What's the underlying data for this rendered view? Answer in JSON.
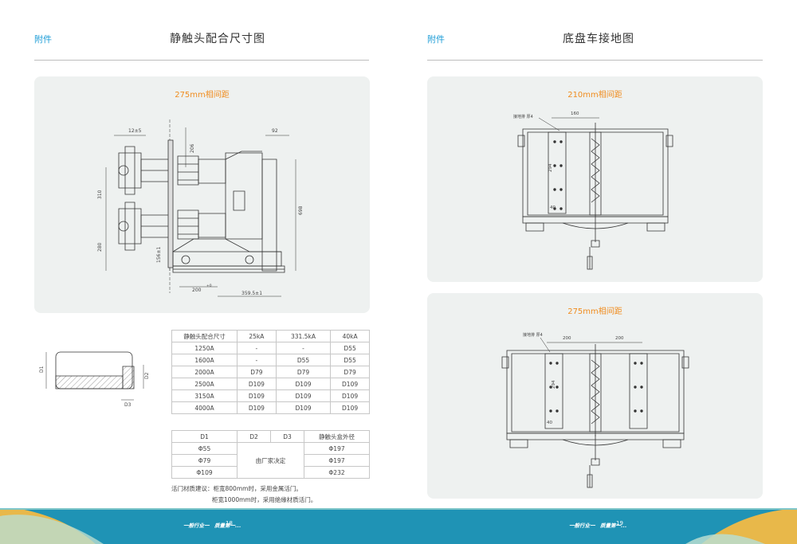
{
  "left": {
    "section": "附件",
    "title": "静触头配合尺寸图",
    "drawing_caption": "275mm相间距",
    "dims": {
      "d12": "12±5",
      "d206": "206",
      "d92": "92",
      "d310": "310",
      "d698": "698",
      "d280": "280",
      "d156": "156±1",
      "d200": "200",
      "d200_tol": "+0",
      "d3595": "359.5±1"
    },
    "contact_labels": {
      "d1": "D1",
      "d2": "D2",
      "d3": "D3"
    },
    "table1": {
      "headers": [
        "静触头配合尺寸",
        "25kA",
        "331.5kA",
        "40kA"
      ],
      "rows": [
        [
          "1250A",
          "-",
          "-",
          "D55"
        ],
        [
          "1600A",
          "-",
          "D55",
          "D55"
        ],
        [
          "2000A",
          "D79",
          "D79",
          "D79"
        ],
        [
          "2500A",
          "D109",
          "D109",
          "D109"
        ],
        [
          "3150A",
          "D109",
          "D109",
          "D109"
        ],
        [
          "4000A",
          "D109",
          "D109",
          "D109"
        ]
      ]
    },
    "table2": {
      "headers": [
        "D1",
        "D2",
        "D3",
        "静触头盒外径"
      ],
      "d1_values": [
        "Φ55",
        "Φ79",
        "Φ109"
      ],
      "merged": "由厂家决定",
      "outer": [
        "Φ197",
        "Φ197",
        "Φ232"
      ]
    },
    "note_line1": "活门材质建议：柜宽800mm时，采用金属活门。",
    "note_line2": "柜宽1000mm时，采用绝缘材质活门。",
    "footer_slogan": "一般行业一　质量第一...",
    "footer_page": "18"
  },
  "right": {
    "section": "附件",
    "title": "底盘车接地图",
    "drawing1_caption": "210mm相间距",
    "drawing1_dims": {
      "top": "160",
      "side": "294",
      "bottom": "40",
      "callout": "接地排  厚4"
    },
    "drawing2_caption": "275mm相间距",
    "drawing2_dims": {
      "top_a": "200",
      "top_b": "200",
      "side": "294",
      "bottom": "40",
      "callout": "接地排  厚4"
    },
    "footer_slogan": "一般行业一　质量第一...",
    "footer_page": "19"
  },
  "colors": {
    "accent_blue": "#1a9bd6",
    "accent_orange": "#f08c1e",
    "panel_bg": "#eef1f0",
    "footer_teal": "#1f93b5",
    "footer_gold": "#e8b84a",
    "footer_light": "#b9ddd0"
  }
}
